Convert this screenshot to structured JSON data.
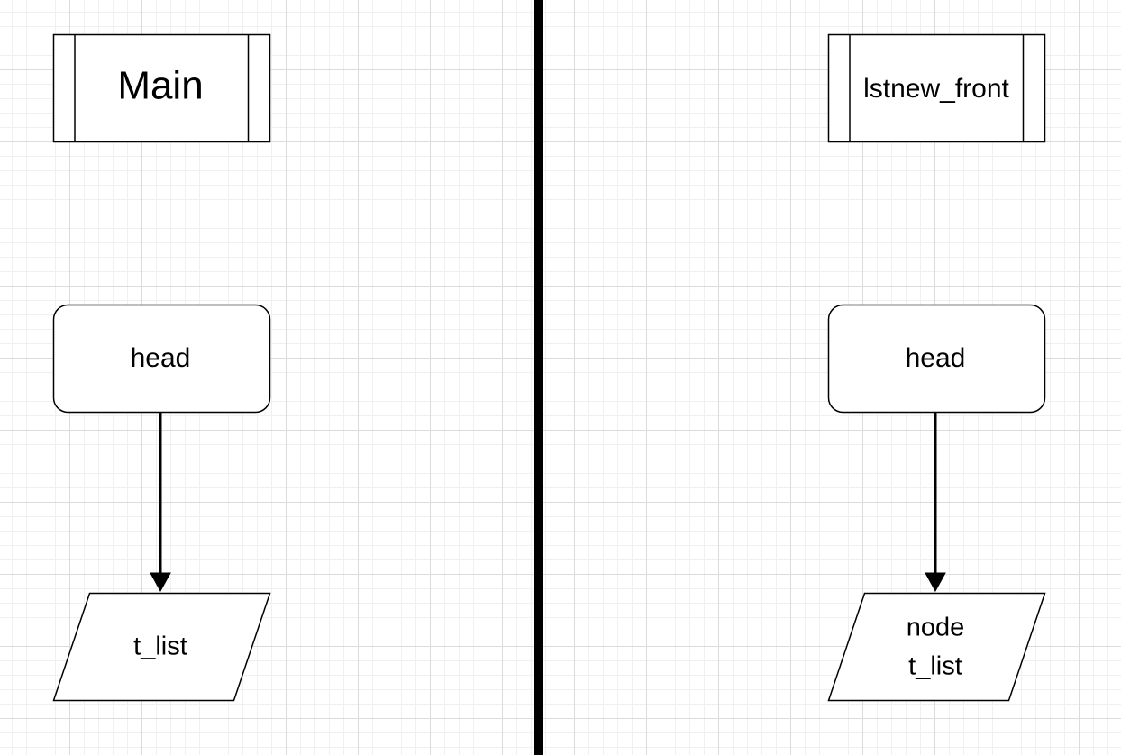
{
  "colors": {
    "stroke": "#000000",
    "fill": "#ffffff",
    "divider": "#000000",
    "grid_major": "#dcdcdc",
    "grid_minor": "#f0f0f0"
  },
  "left_panel": {
    "process_label": "Main",
    "variable_label": "head",
    "data_label_line1": "t_list",
    "data_label_line2": ""
  },
  "right_panel": {
    "process_label": "lstnew_front",
    "variable_label": "head",
    "data_label_line1": "node",
    "data_label_line2": "t_list"
  }
}
